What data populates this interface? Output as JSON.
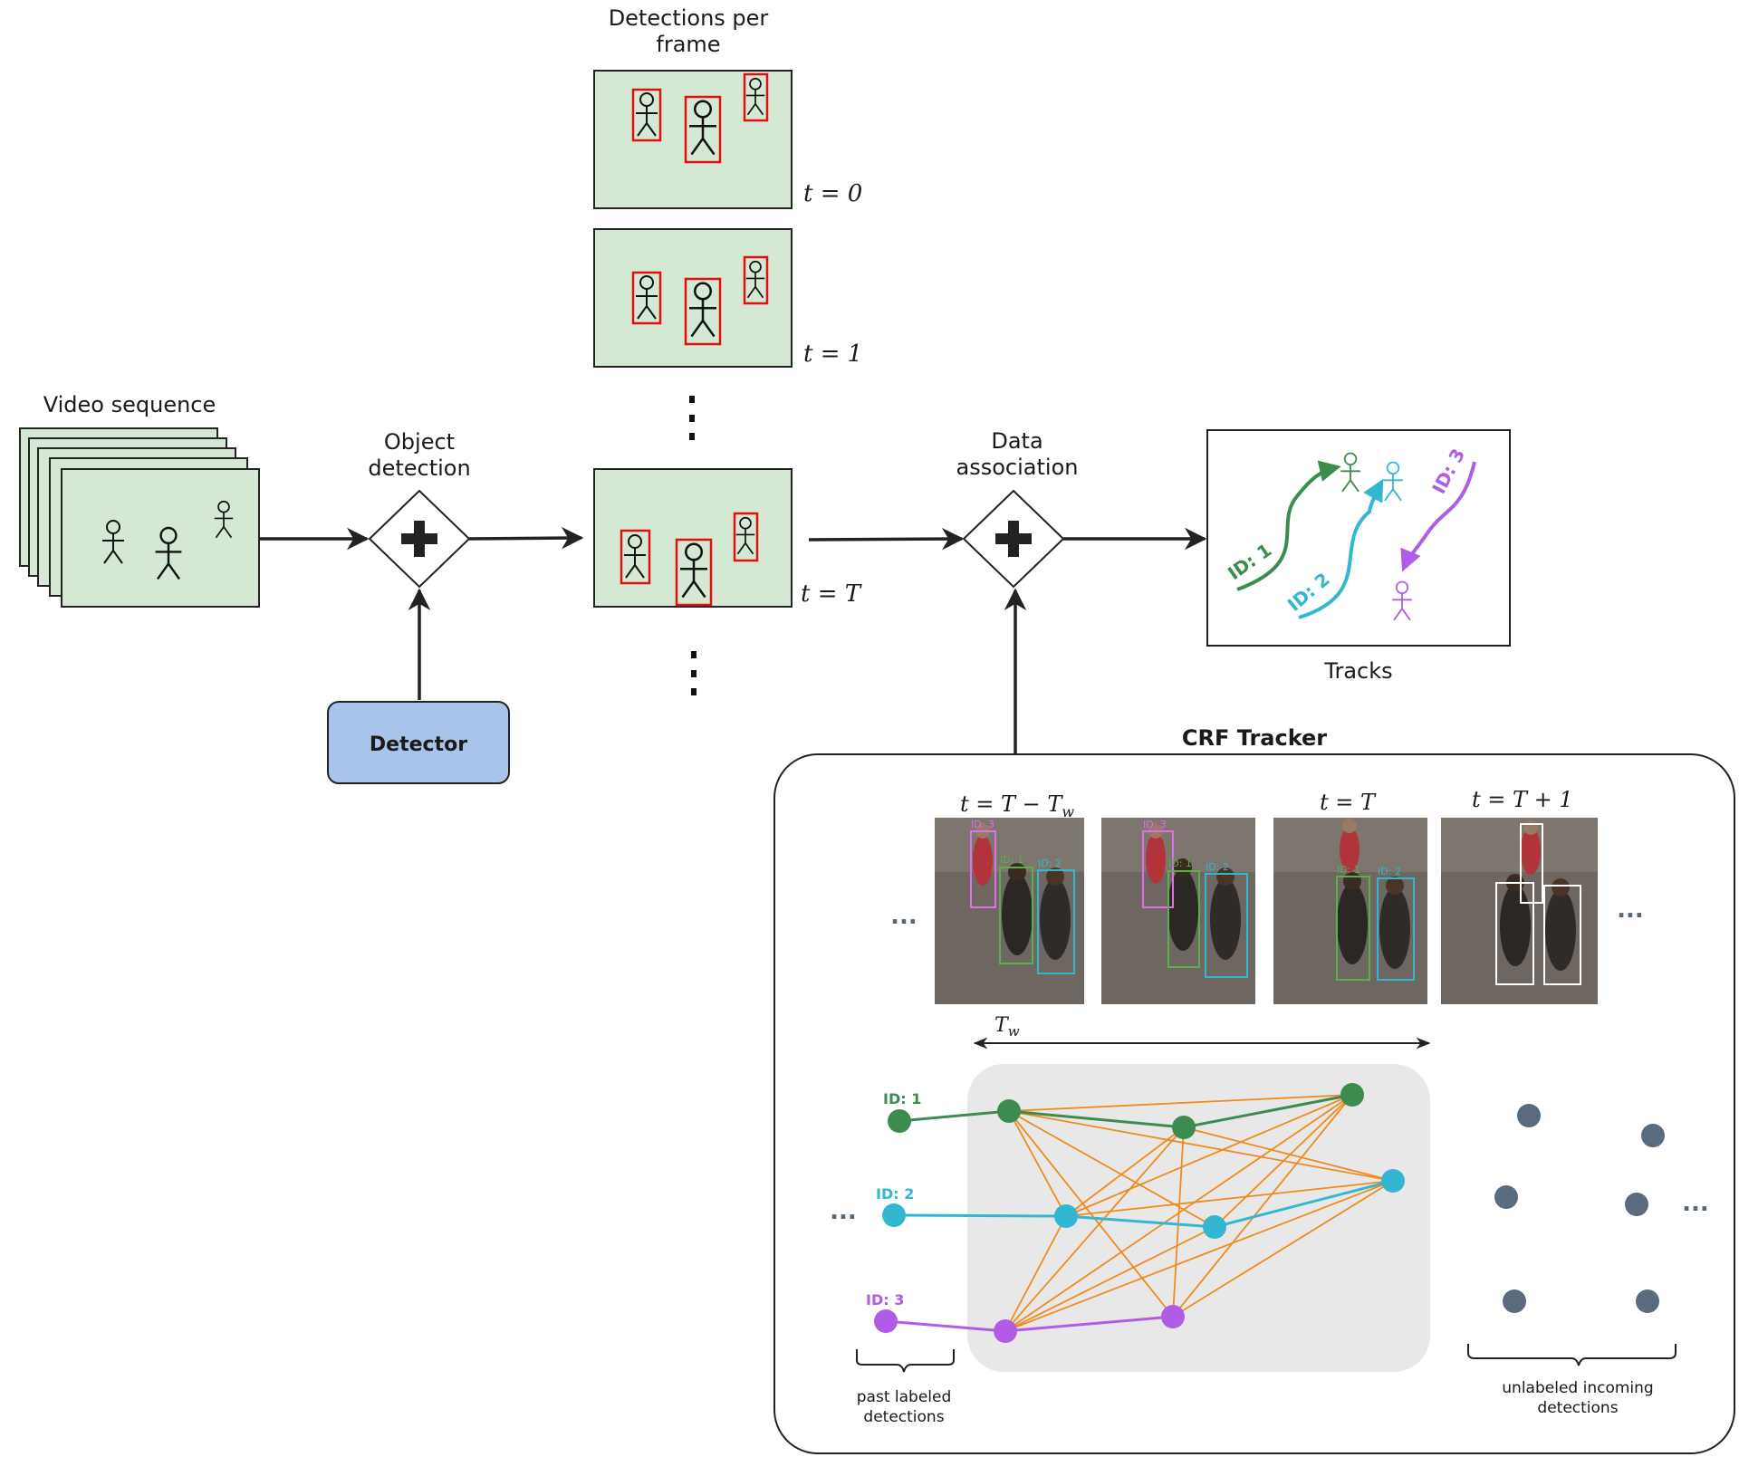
{
  "labels": {
    "video_sequence": "Video sequence",
    "object_detection_1": "Object",
    "object_detection_2": "detection",
    "detections_per_frame_1": "Detections per",
    "detections_per_frame_2": "frame",
    "data_association_1": "Data",
    "data_association_2": "association",
    "tracks": "Tracks",
    "detector": "Detector",
    "crf_tracker": "CRF Tracker",
    "past_labeled_1": "past labeled",
    "past_labeled_2": "detections",
    "unlabeled_1": "unlabeled incoming",
    "unlabeled_2": "detections",
    "ellipsis": "..."
  },
  "time_labels": {
    "t0": "t = 0",
    "t1": "t = 1",
    "tT": "t = T",
    "crf_t_minus_tw": "t = T − T",
    "crf_t_minus_tw_sub": "w",
    "crf_tT": "t = T",
    "crf_t_plus_1": "t = T + 1",
    "window": "T",
    "window_sub": "w"
  },
  "track_ids": {
    "id1": "ID: 1",
    "id2": "ID: 2",
    "id3": "ID: 3"
  },
  "colors": {
    "frame_fill": "#d5e8d4",
    "detector_fill": "#a9c4eb",
    "id1": "#3d8c4f",
    "id2": "#33b6d0",
    "id3": "#b05ce6",
    "unlabeled": "#5a6b80",
    "graph_edges": "#f08a1c",
    "window_bg": "#e8e8e8",
    "detection_box": "#e01010"
  }
}
